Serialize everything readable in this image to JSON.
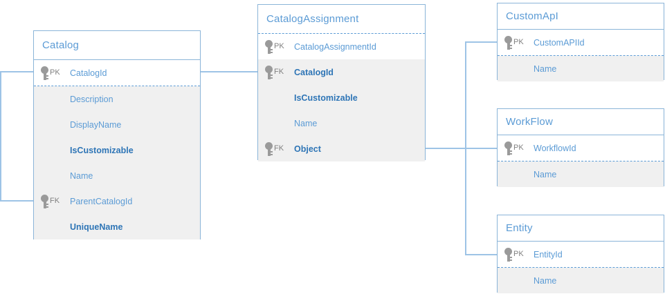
{
  "diagram": {
    "type": "entity-relationship-diagram",
    "title": "",
    "colors": {
      "border": "#8ab4d8",
      "text": "#5b9bd5",
      "text_required": "#2e75b6",
      "row_alt_background": "#f0f0f0",
      "connector": "#9dc3e6",
      "key_icon": "#9a9a9a"
    },
    "key_labels": {
      "primary": "PK",
      "foreign": "FK"
    }
  },
  "entities": [
    {
      "id": "catalog",
      "name": "Catalog",
      "keys": [
        {
          "key": "PK",
          "name": "CatalogId",
          "required": false
        }
      ],
      "attributes": [
        {
          "key": "",
          "name": "Description",
          "required": false
        },
        {
          "key": "",
          "name": "DisplayName",
          "required": false
        },
        {
          "key": "",
          "name": "IsCustomizable",
          "required": true
        },
        {
          "key": "",
          "name": "Name",
          "required": false
        },
        {
          "key": "FK",
          "name": "ParentCatalogId",
          "required": false
        },
        {
          "key": "",
          "name": "UniqueName",
          "required": true
        }
      ]
    },
    {
      "id": "catalogassignment",
      "name": "CatalogAssignment",
      "keys": [
        {
          "key": "PK",
          "name": "CatalogAssignmentId",
          "required": false
        }
      ],
      "attributes": [
        {
          "key": "FK",
          "name": "CatalogId",
          "required": true
        },
        {
          "key": "",
          "name": "IsCustomizable",
          "required": true
        },
        {
          "key": "",
          "name": "Name",
          "required": false
        },
        {
          "key": "FK",
          "name": "Object",
          "required": true
        }
      ]
    },
    {
      "id": "customapi",
      "name": "CustomApI",
      "keys": [
        {
          "key": "PK",
          "name": "CustomAPIId",
          "required": false
        }
      ],
      "attributes": [
        {
          "key": "",
          "name": "Name",
          "required": false
        }
      ]
    },
    {
      "id": "workflow",
      "name": "WorkFlow",
      "keys": [
        {
          "key": "PK",
          "name": "WorkflowId",
          "required": false
        }
      ],
      "attributes": [
        {
          "key": "",
          "name": "Name",
          "required": false
        }
      ]
    },
    {
      "id": "entity",
      "name": "Entity",
      "keys": [
        {
          "key": "PK",
          "name": "EntityId",
          "required": false
        }
      ],
      "attributes": [
        {
          "key": "",
          "name": "Name",
          "required": false
        }
      ]
    }
  ],
  "relationships": [
    {
      "from": "catalog.CatalogId",
      "to": "catalog.ParentCatalogId",
      "style": "self-reference"
    },
    {
      "from": "catalog.CatalogId",
      "to": "catalogassignment.CatalogId",
      "style": "straight"
    },
    {
      "from": "catalogassignment.Object",
      "to": "customapi.CustomAPIId",
      "style": "orthogonal"
    },
    {
      "from": "catalogassignment.Object",
      "to": "workflow.WorkflowId",
      "style": "orthogonal"
    },
    {
      "from": "catalogassignment.Object",
      "to": "entity.EntityId",
      "style": "orthogonal"
    }
  ]
}
